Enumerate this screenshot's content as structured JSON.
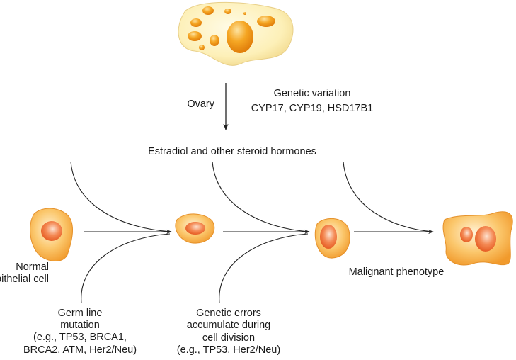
{
  "top": {
    "ovary_label": "Ovary",
    "genetic_variation": [
      "Genetic variation",
      "CYP17, CYP19, HSD17B1"
    ],
    "hormones": "Estradiol and other steroid hormones"
  },
  "cells": {
    "normal": [
      "Normal",
      "epithelial cell"
    ],
    "malignant": "Malignant phenotype"
  },
  "bottom": {
    "germ_line": [
      "Germ line",
      "mutation",
      "(e.g., TP53, BRCA1,",
      "BRCA2, ATM, Her2/Neu)"
    ],
    "genetic_errors": [
      "Genetic errors",
      "accumulate during",
      "cell division",
      "(e.g., TP53, Her2/Neu)"
    ]
  },
  "colors": {
    "ovary_cell": "#fdf0b8",
    "cell_body": "#f9b04a",
    "nucleus": "#ef6a2a",
    "line": "#222222"
  }
}
